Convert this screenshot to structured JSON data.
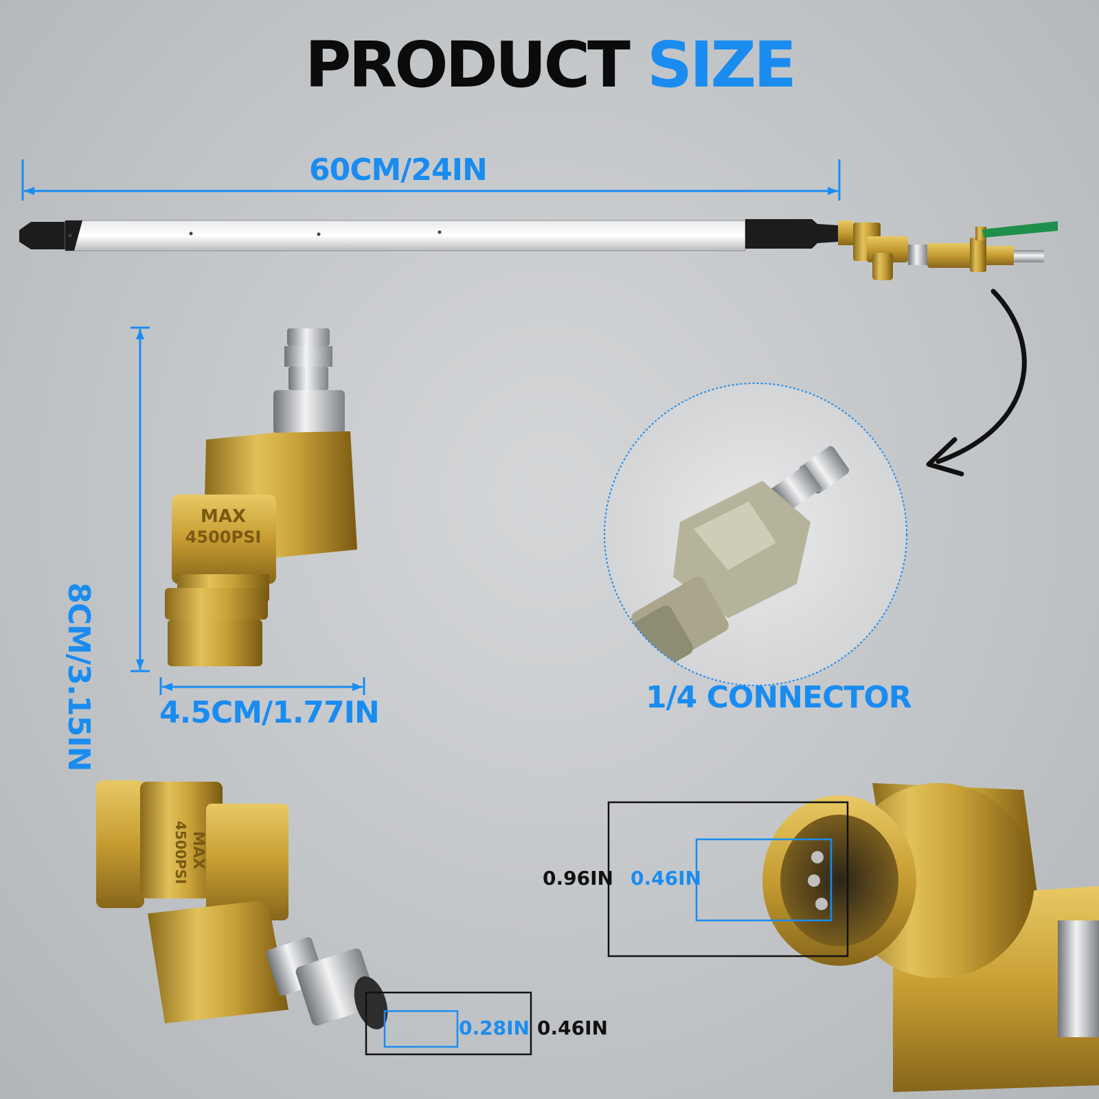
{
  "title": {
    "main": "PRODUCT",
    "accent": "SIZE"
  },
  "dimensions": {
    "wand_length": "60CM/24IN",
    "adapter_height": "8CM/3.15IN",
    "adapter_width": "4.5CM/1.77IN",
    "connector_label": "1/4 CONNECTOR"
  },
  "measurements": {
    "coupler_outer": "0.96IN",
    "coupler_inner": "0.46IN",
    "plug_inner": "0.28IN",
    "plug_outer": "0.46IN"
  },
  "engravings": {
    "max": "MAX",
    "psi": "4500PSI"
  },
  "colors": {
    "accent": "#1a8cf0",
    "brass": "#c9a238",
    "text": "#0b0b0b",
    "valve_handle": "#1e8f4a"
  }
}
